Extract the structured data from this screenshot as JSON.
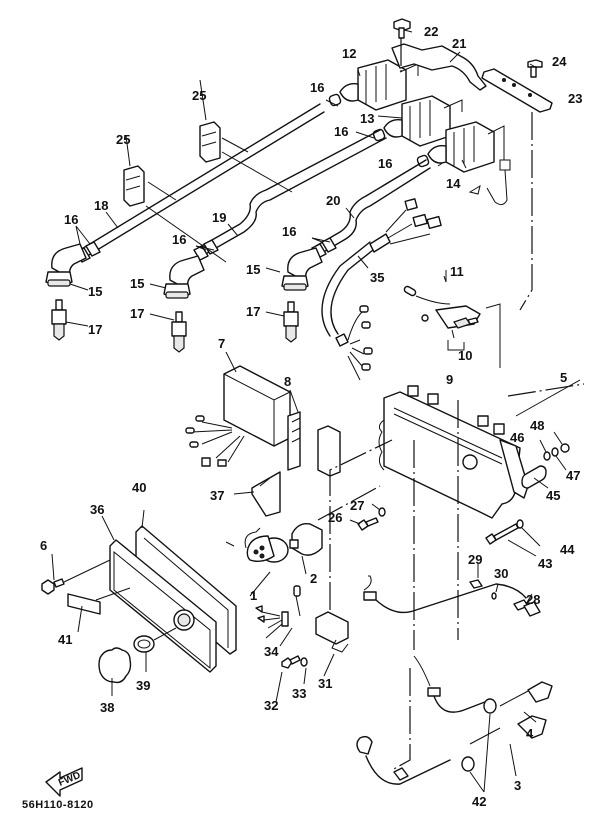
{
  "diagram": {
    "title": "Electrical parts exploded view",
    "drawing_code": "56H110-8120",
    "direction_arrow": "FWD",
    "callouts": [
      {
        "id": "c1",
        "label": "1"
      },
      {
        "id": "c2",
        "label": "2"
      },
      {
        "id": "c3",
        "label": "3"
      },
      {
        "id": "c4",
        "label": "4"
      },
      {
        "id": "c5",
        "label": "5"
      },
      {
        "id": "c6",
        "label": "6"
      },
      {
        "id": "c7",
        "label": "7"
      },
      {
        "id": "c8",
        "label": "8"
      },
      {
        "id": "c9",
        "label": "9"
      },
      {
        "id": "c10",
        "label": "10"
      },
      {
        "id": "c11",
        "label": "11"
      },
      {
        "id": "c12",
        "label": "12"
      },
      {
        "id": "c13",
        "label": "13"
      },
      {
        "id": "c14",
        "label": "14"
      },
      {
        "id": "c15a",
        "label": "15"
      },
      {
        "id": "c15b",
        "label": "15"
      },
      {
        "id": "c15c",
        "label": "15"
      },
      {
        "id": "c16a",
        "label": "16"
      },
      {
        "id": "c16b",
        "label": "16"
      },
      {
        "id": "c16c",
        "label": "16"
      },
      {
        "id": "c16d",
        "label": "16"
      },
      {
        "id": "c16e",
        "label": "16"
      },
      {
        "id": "c16f",
        "label": "16"
      },
      {
        "id": "c17a",
        "label": "17"
      },
      {
        "id": "c17b",
        "label": "17"
      },
      {
        "id": "c17c",
        "label": "17"
      },
      {
        "id": "c18",
        "label": "18"
      },
      {
        "id": "c19",
        "label": "19"
      },
      {
        "id": "c20",
        "label": "20"
      },
      {
        "id": "c21",
        "label": "21"
      },
      {
        "id": "c22",
        "label": "22"
      },
      {
        "id": "c23",
        "label": "23"
      },
      {
        "id": "c24",
        "label": "24"
      },
      {
        "id": "c25a",
        "label": "25"
      },
      {
        "id": "c25b",
        "label": "25"
      },
      {
        "id": "c26",
        "label": "26"
      },
      {
        "id": "c27",
        "label": "27"
      },
      {
        "id": "c28",
        "label": "28"
      },
      {
        "id": "c29",
        "label": "29"
      },
      {
        "id": "c30",
        "label": "30"
      },
      {
        "id": "c31",
        "label": "31"
      },
      {
        "id": "c32",
        "label": "32"
      },
      {
        "id": "c33",
        "label": "33"
      },
      {
        "id": "c34",
        "label": "34"
      },
      {
        "id": "c35",
        "label": "35"
      },
      {
        "id": "c36",
        "label": "36"
      },
      {
        "id": "c37",
        "label": "37"
      },
      {
        "id": "c38",
        "label": "38"
      },
      {
        "id": "c39",
        "label": "39"
      },
      {
        "id": "c40",
        "label": "40"
      },
      {
        "id": "c41",
        "label": "41"
      },
      {
        "id": "c42",
        "label": "42"
      },
      {
        "id": "c43",
        "label": "43"
      },
      {
        "id": "c44",
        "label": "44"
      },
      {
        "id": "c45",
        "label": "45"
      },
      {
        "id": "c46",
        "label": "46"
      },
      {
        "id": "c47",
        "label": "47"
      },
      {
        "id": "c48",
        "label": "48"
      }
    ]
  }
}
